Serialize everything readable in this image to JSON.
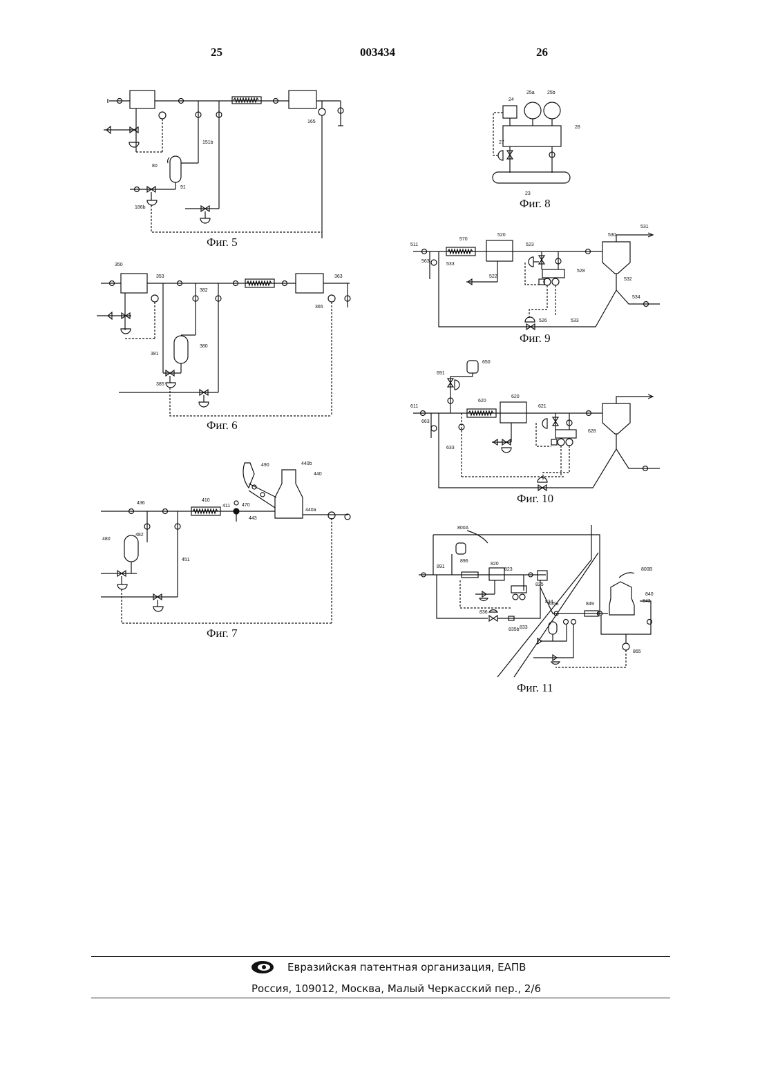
{
  "header": {
    "page_left": "25",
    "patent_number": "003434",
    "page_right": "26"
  },
  "figures": {
    "fig5": "Фиг. 5",
    "fig6": "Фиг. 6",
    "fig7": "Фиг. 7",
    "fig8": "Фиг. 8",
    "fig9": "Фиг. 9",
    "fig10": "Фиг. 10",
    "fig11": "Фиг. 11"
  },
  "labels": {
    "fig5": [
      "151b",
      "80",
      "91",
      "165",
      "186b"
    ],
    "fig6": [
      "350",
      "353",
      "382",
      "363",
      "365",
      "381",
      "380",
      "385"
    ],
    "fig7": [
      "436",
      "490",
      "440b",
      "440",
      "410",
      "411",
      "470",
      "443",
      "440a",
      "480",
      "482",
      "451"
    ],
    "fig8": [
      "24",
      "25a",
      "25b",
      "28",
      "27",
      "23"
    ],
    "fig9": [
      "531",
      "570",
      "520",
      "523",
      "530",
      "511",
      "563",
      "533",
      "522",
      "528",
      "532",
      "534",
      "526",
      "533"
    ],
    "fig10": [
      "650",
      "691",
      "620",
      "621",
      "611",
      "663",
      "633",
      "628"
    ],
    "fig11": [
      "800A",
      "891",
      "896",
      "820",
      "823",
      "825",
      "836",
      "835a",
      "835b",
      "833",
      "834",
      "849",
      "800B",
      "840",
      "843",
      "865"
    ]
  },
  "footer": {
    "organization": "Евразийская патентная организация, ЕАПВ",
    "address": "Россия, 109012, Москва, Малый Черкасский пер., 2/6"
  }
}
